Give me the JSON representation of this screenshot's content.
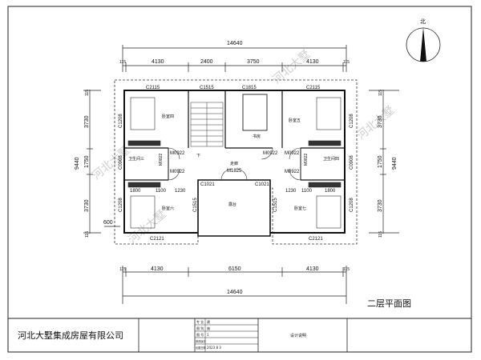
{
  "compass": {
    "north_label": "北"
  },
  "dimensions": {
    "top_total": "14640",
    "top_segments": [
      "115",
      "4130",
      "2400",
      "3750",
      "4130",
      "115"
    ],
    "bottom_segments": [
      "115",
      "4130",
      "6150",
      "4130",
      "115"
    ],
    "bottom_total": "14640",
    "left_segments": [
      "115",
      "3730",
      "1750",
      "3730",
      "115"
    ],
    "left_total": "9440",
    "right_segments": [
      "115",
      "3730",
      "1750",
      "3730",
      "115"
    ],
    "right_total": "9440",
    "offset": "600",
    "left_room_widths": [
      "1800",
      "1100",
      "1230"
    ],
    "right_room_widths": [
      "1230",
      "1100",
      "1800"
    ]
  },
  "windows": {
    "top": [
      "C2115",
      "C1515",
      "C1815",
      "C2115"
    ],
    "side": [
      "C1208",
      "C0908",
      "C1208"
    ],
    "terrace_top": [
      "C1021",
      "C1021"
    ],
    "terrace_side": [
      "C1515",
      "C1515"
    ],
    "bottom": [
      "C2121",
      "C2121"
    ]
  },
  "doors": {
    "m0922": "M0922",
    "m0822": "M0822",
    "m1825": "M1825"
  },
  "rooms": {
    "bedroom4": "卧室四",
    "study": "书房",
    "bedroom5": "卧室五",
    "bath3": "卫生间三",
    "bath4": "卫生间四",
    "corridor": "走廊",
    "terrace": "露台",
    "bedroom6": "卧室六",
    "bedroom7": "卧室七",
    "stair_down": "下"
  },
  "watermark": "河北大墅",
  "drawing_title": "二层平面图",
  "title_block": {
    "company": "河北大墅集成房屋有限公司",
    "rows": [
      {
        "label": "专 业",
        "value": "建"
      },
      {
        "label": "图 别",
        "value": "施"
      },
      {
        "label": "图 号",
        "value": "1"
      },
      {
        "label": "修改版次",
        "value": ""
      },
      {
        "label": "出图日期",
        "value": "2023 8 3"
      }
    ],
    "description": "设计说明"
  }
}
